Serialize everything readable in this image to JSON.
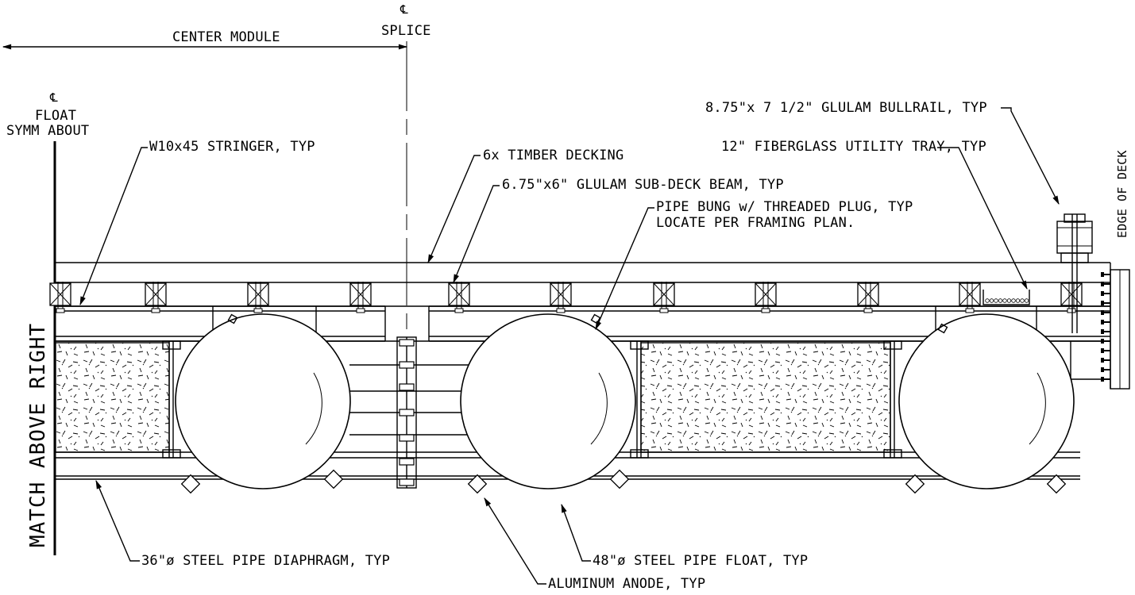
{
  "labels": {
    "center_module": "CENTER MODULE",
    "cl_symbol": "℄",
    "splice": "SPLICE",
    "float": "FLOAT",
    "symm_about": "SYMM ABOUT",
    "match_above_right": "MATCH ABOVE RIGHT",
    "edge_of_deck": "EDGE OF DECK",
    "stringer": "W10x45 STRINGER, TYP",
    "timber_decking": "6x TIMBER DECKING",
    "subdeck_beam": "6.75\"x6\" GLULAM SUB-DECK BEAM, TYP",
    "pipe_bung_1": "PIPE BUNG w/ THREADED PLUG, TYP",
    "pipe_bung_2": "LOCATE PER FRAMING PLAN.",
    "bullrail": "8.75\"x 7 1/2\" GLULAM BULLRAIL, TYP",
    "utility_tray": "12\" FIBERGLASS UTILITY TRAY, TYP",
    "diaphragm": "36\"ø STEEL PIPE DIAPHRAGM, TYP",
    "pipe_float": "48\"ø STEEL PIPE FLOAT, TYP",
    "anode": "ALUMINUM ANODE, TYP"
  }
}
